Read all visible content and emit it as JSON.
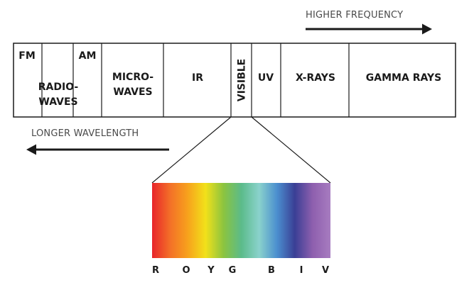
{
  "direction_labels": {
    "frequency": "HIGHER FREQUENCY",
    "wavelength": "LONGER WAVELENGTH"
  },
  "bands": {
    "fm": "FM",
    "am": "AM",
    "radio_line1": "RADIO-",
    "radio_line2": "WAVES",
    "micro_line1": "MICRO-",
    "micro_line2": "WAVES",
    "ir": "IR",
    "visible": "VISIBLE",
    "uv": "UV",
    "xrays": "X-RAYS",
    "gamma": "GAMMA RAYS"
  },
  "color_letters": [
    "R",
    "O",
    "Y",
    "G",
    "B",
    "I",
    "V"
  ],
  "spectrum_colors": [
    "#e8242a",
    "#f36f28",
    "#f7a21c",
    "#f2e11a",
    "#8cc43f",
    "#5bbb8a",
    "#8ad2cc",
    "#4b8fcf",
    "#3a3f95",
    "#8e5fae",
    "#a77cc0"
  ],
  "colors": {
    "line": "#1a1a1a",
    "caption": "#4a4a4a"
  }
}
